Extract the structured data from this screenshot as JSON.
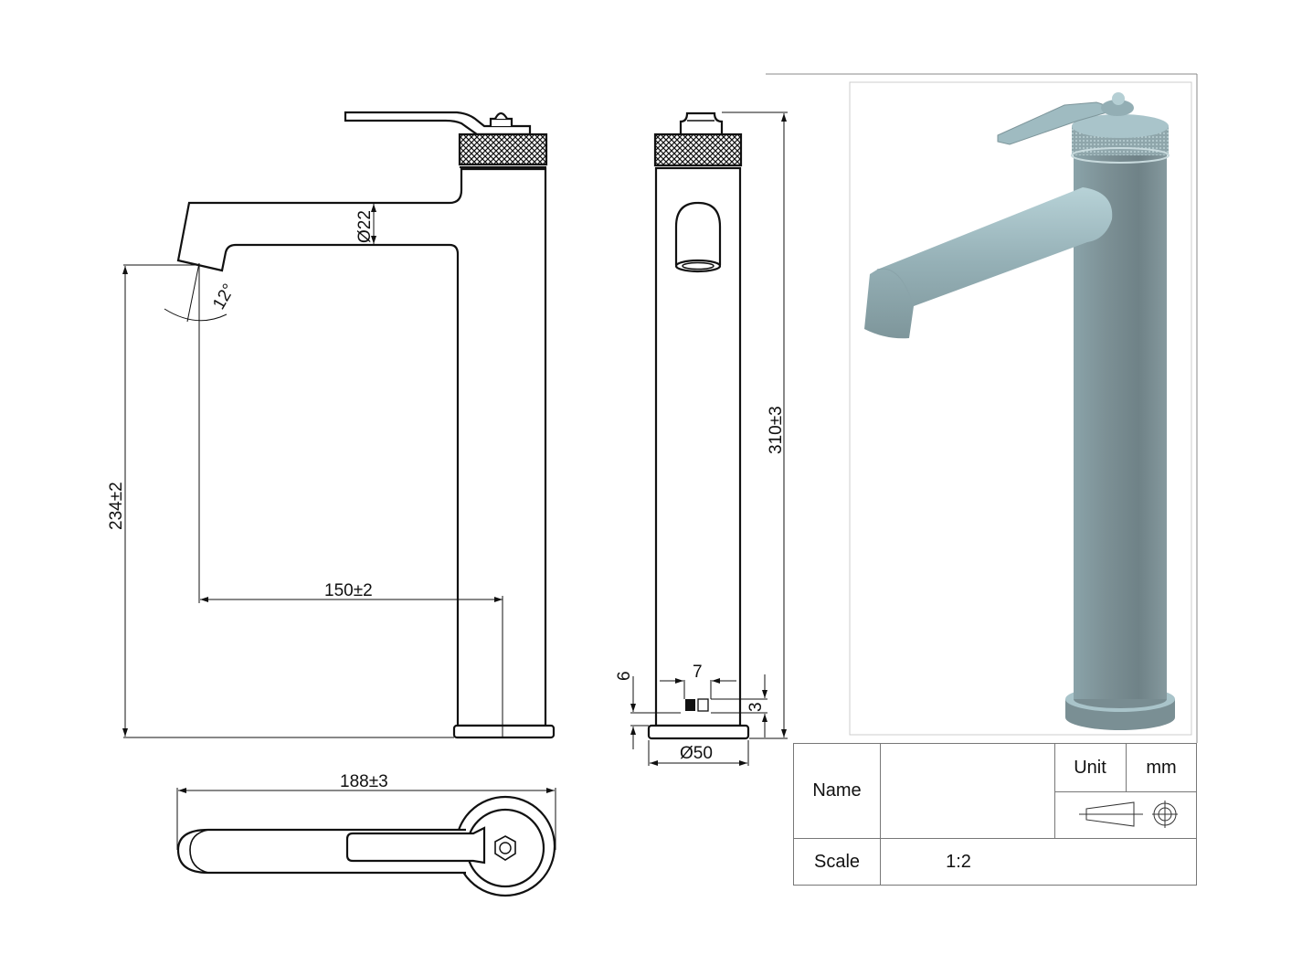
{
  "drawing": {
    "subject": "tall single-lever basin faucet",
    "views": [
      "side-elevation",
      "front-elevation",
      "top-plan",
      "isometric-render"
    ],
    "side_view": {
      "dimensions": {
        "spout_diameter": "Ø22",
        "spout_angle": "12°",
        "outlet_height": "234±2",
        "reach": "150±2"
      }
    },
    "front_view": {
      "dimensions": {
        "overall_height": "310±3",
        "base_diameter": "Ø50",
        "slot_width": "7",
        "base_thickness": "6",
        "slot_height": "3"
      }
    },
    "top_view": {
      "dimensions": {
        "overall_length": "188±3"
      }
    },
    "render": {
      "body_color": "#7f9298",
      "highlight_color": "#a9c4ca"
    }
  },
  "title_block": {
    "name_label": "Name",
    "name_value": "",
    "unit_label": "Unit",
    "unit_value": "mm",
    "scale_label": "Scale",
    "scale_value": "1:2",
    "projection_symbol": "first-angle-projection-icon"
  },
  "colors": {
    "line": "#111111",
    "frame": "#777777"
  }
}
